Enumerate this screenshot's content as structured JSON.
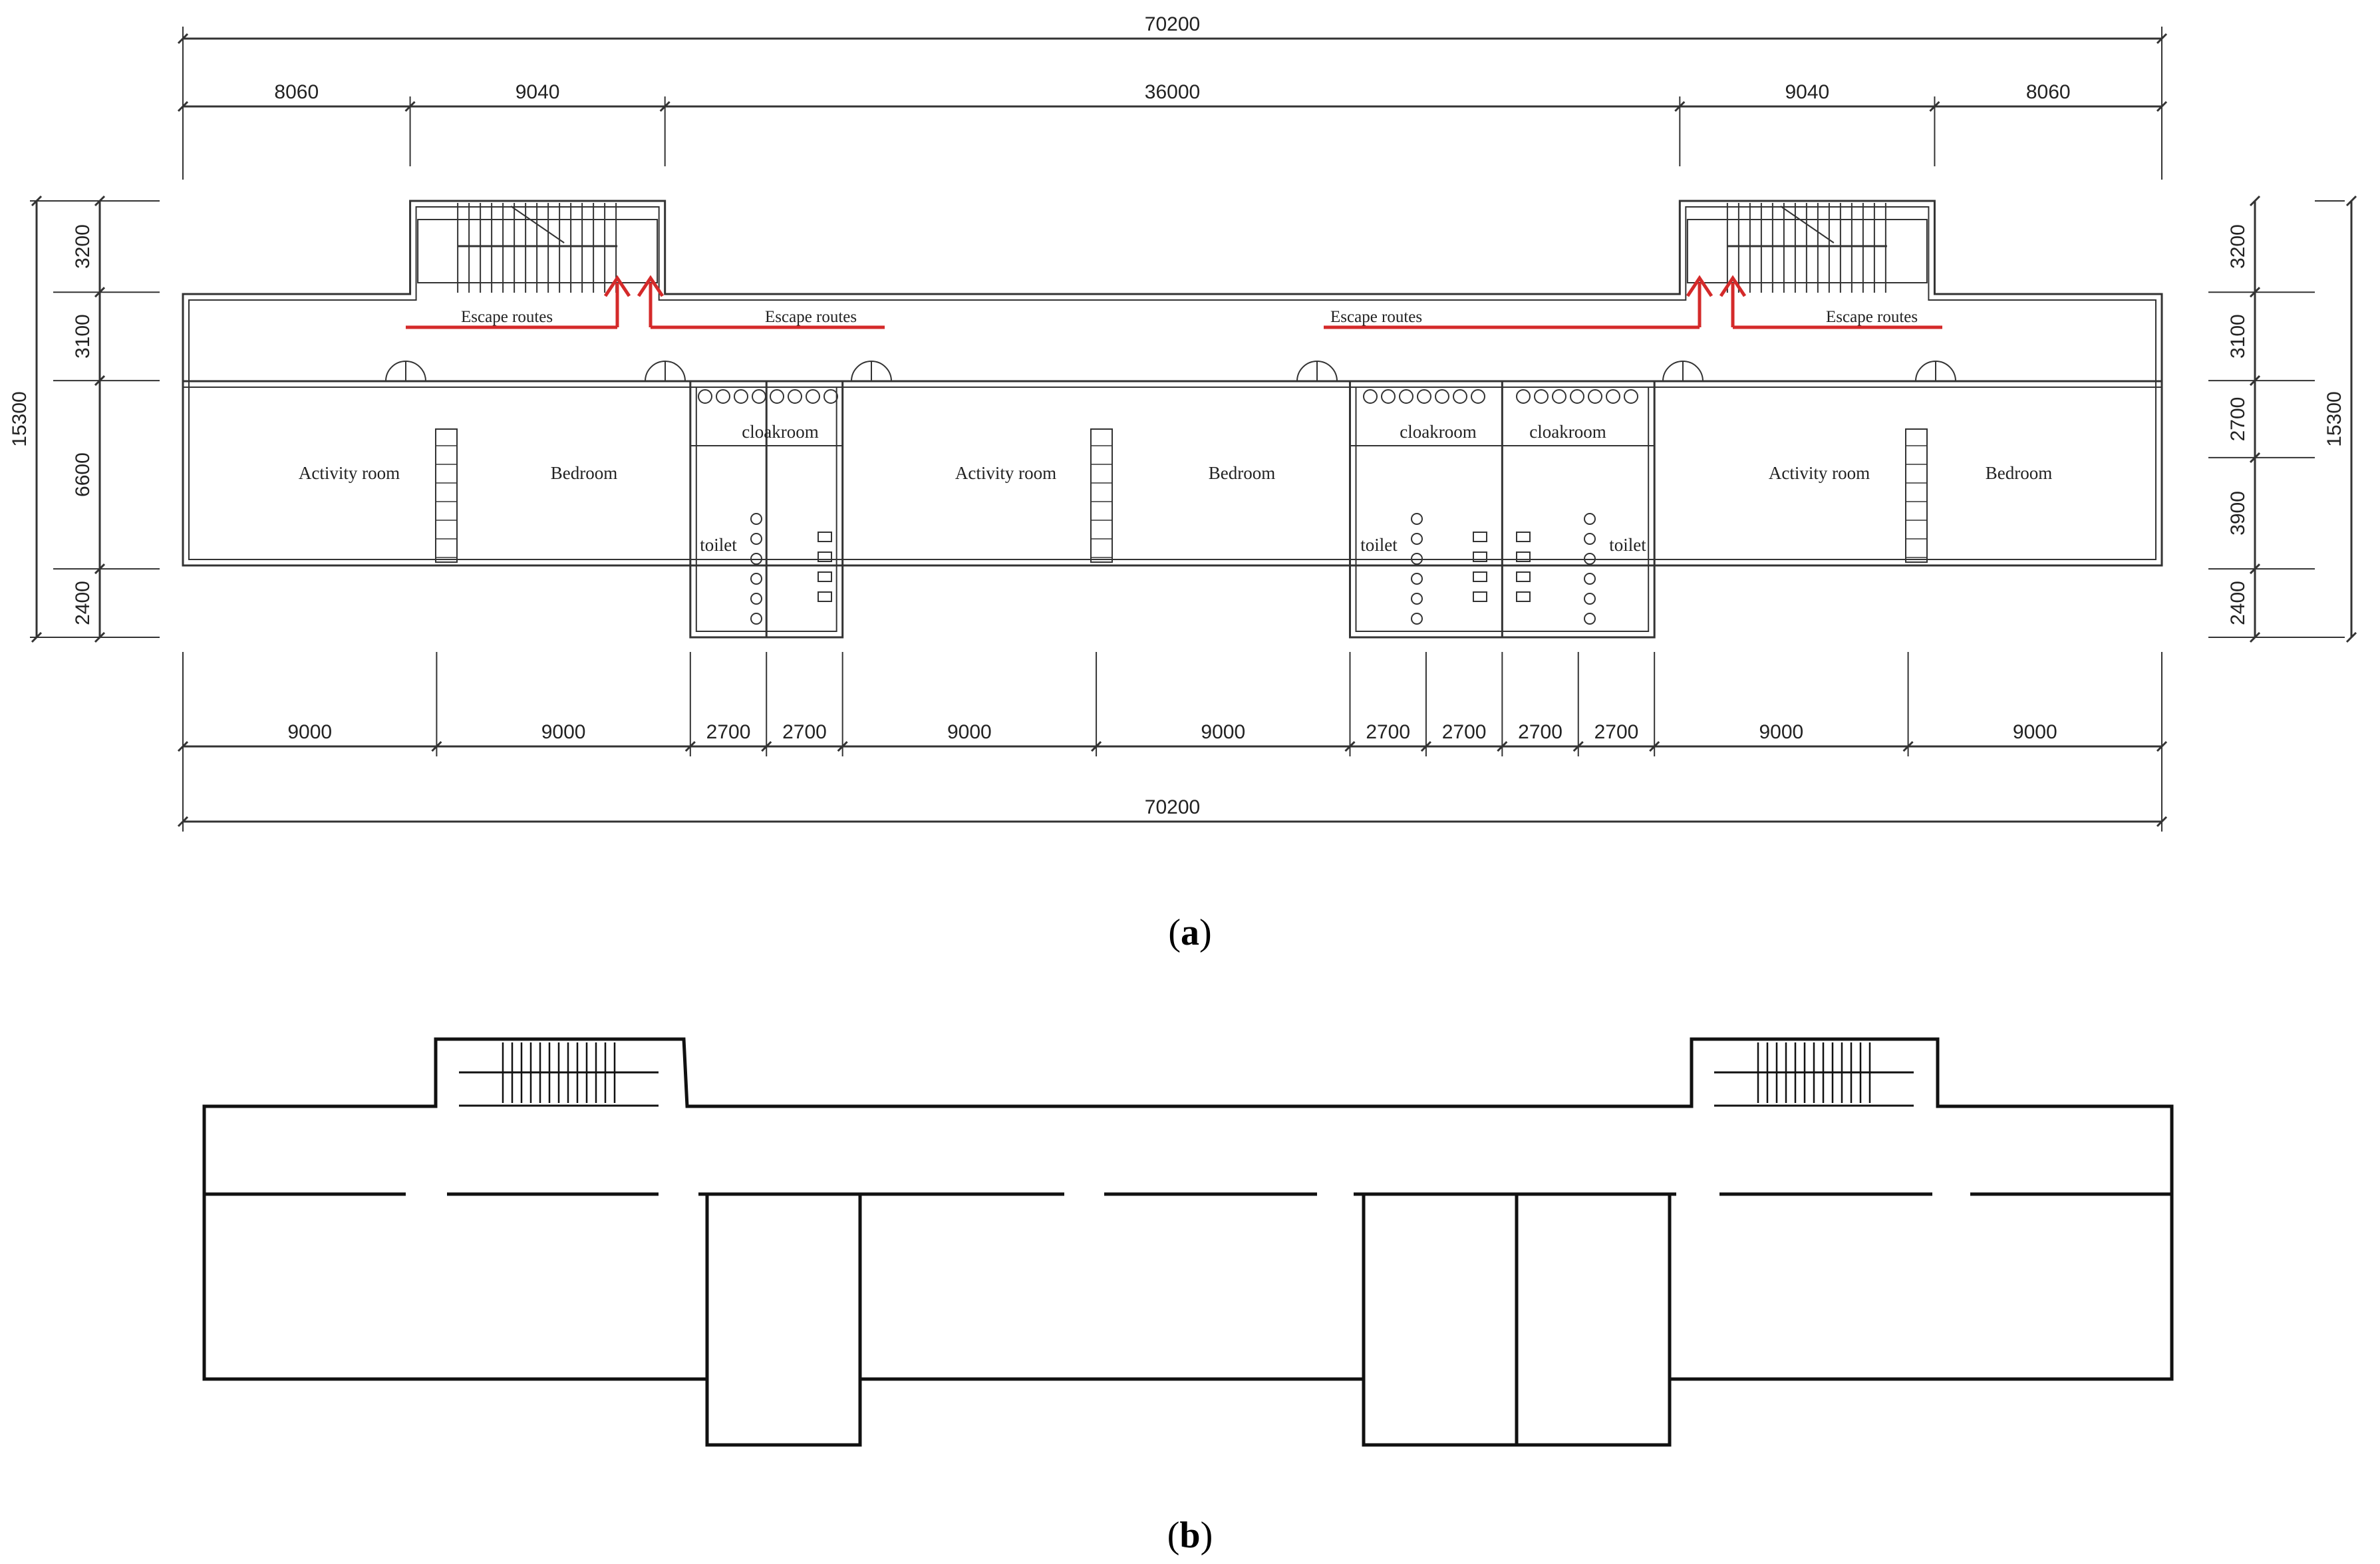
{
  "figure_a": {
    "caption_letter": "a",
    "overall_dimension_top": "70200",
    "overall_dimension_bottom": "70200",
    "top_dimensions": [
      "8060",
      "9040",
      "36000",
      "9040",
      "8060"
    ],
    "bottom_dimensions": [
      "9000",
      "9000",
      "2700",
      "2700",
      "9000",
      "9000",
      "2700",
      "2700",
      "2700",
      "2700",
      "9000",
      "9000"
    ],
    "left_dimensions": [
      "3200",
      "3100",
      "6600",
      "2400"
    ],
    "left_total": "15300",
    "right_dimensions": [
      "3200",
      "3100",
      "2700",
      "3900",
      "2400"
    ],
    "right_total": "15300",
    "escape_label": "Escape routes",
    "rooms": {
      "activity": "Activity room",
      "bedroom": "Bedroom",
      "cloakroom": "cloakroom",
      "toilet": "toilet"
    },
    "colors": {
      "escape_route": "#d42a2a",
      "line": "#333333"
    }
  },
  "figure_b": {
    "caption_letter": "b"
  }
}
